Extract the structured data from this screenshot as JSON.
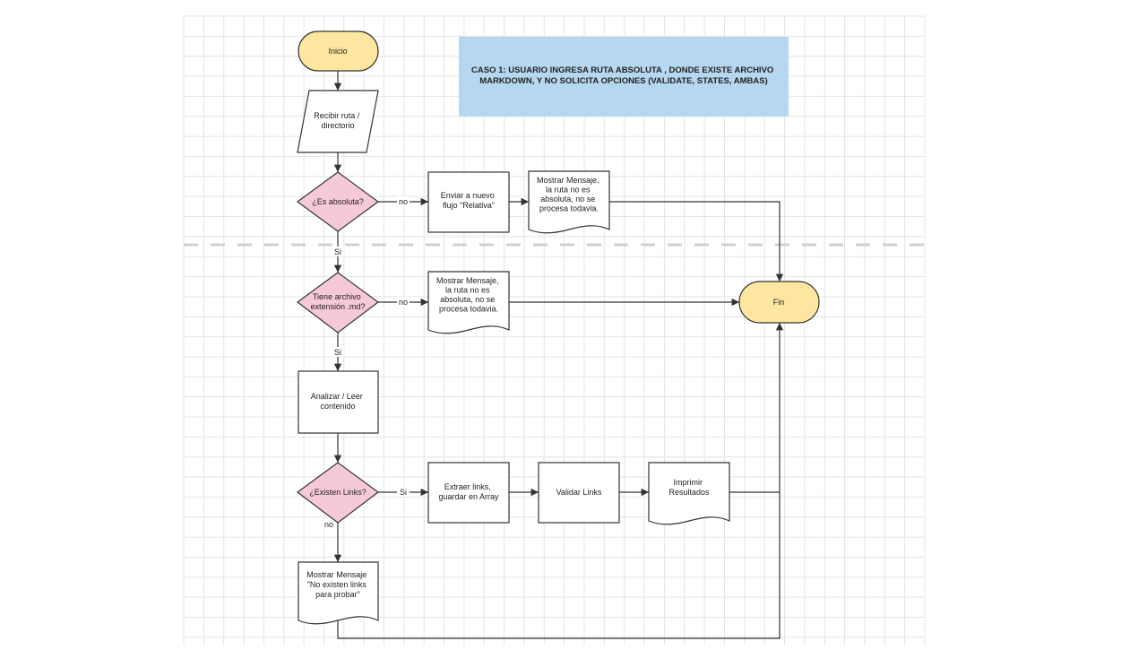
{
  "caption": [
    "CASO 1: USUARIO INGRESA RUTA ABSOLUTA  , DONDE EXISTE ARCHIVO",
    "MARKDOWN, Y NO SOLICITA OPCIONES (VALIDATE, STATES, AMBAS)"
  ],
  "nodes": {
    "inicio": [
      "Inicio"
    ],
    "recibir": [
      "Recibir ruta /",
      "directorio"
    ],
    "es_absoluta": [
      "¿Es absoluta?"
    ],
    "enviar": [
      "Enviar a nuevo",
      "flujo \"Relativa\""
    ],
    "msg1": [
      "Mostrar Mensaje,",
      "la ruta no es",
      "absoluta, no se",
      "procesa todavia."
    ],
    "tiene_md": [
      "Tiene archivo",
      "extensión .md?"
    ],
    "msg2": [
      "Mostrar Mensaje,",
      "la ruta no es",
      "absoluta, no se",
      "procesa todavia."
    ],
    "fin": [
      "Fin"
    ],
    "analizar": [
      "Analizar /  Leer",
      "contenido"
    ],
    "existen_links": [
      "¿Existen Links?"
    ],
    "extraer": [
      "Extraer links,",
      "guardar en Array"
    ],
    "validar": [
      "Validar Links"
    ],
    "imprimir": [
      "Imprimir",
      "Resultados"
    ],
    "msg3": [
      "Mostrar Mensaje",
      "\"No existen links",
      "para probar\""
    ]
  },
  "edge_labels": {
    "absoluta_no": "no",
    "absoluta_si": "Si",
    "md_no": "no",
    "md_si": "Si",
    "links_si": "Si",
    "links_no": "no"
  },
  "colors": {
    "terminal_fill": "#fde6a0",
    "decision_fill": "#f6c9d6",
    "caption_fill": "#b6d7f0",
    "stroke": "#333333",
    "grid": "#e0e0e0"
  }
}
